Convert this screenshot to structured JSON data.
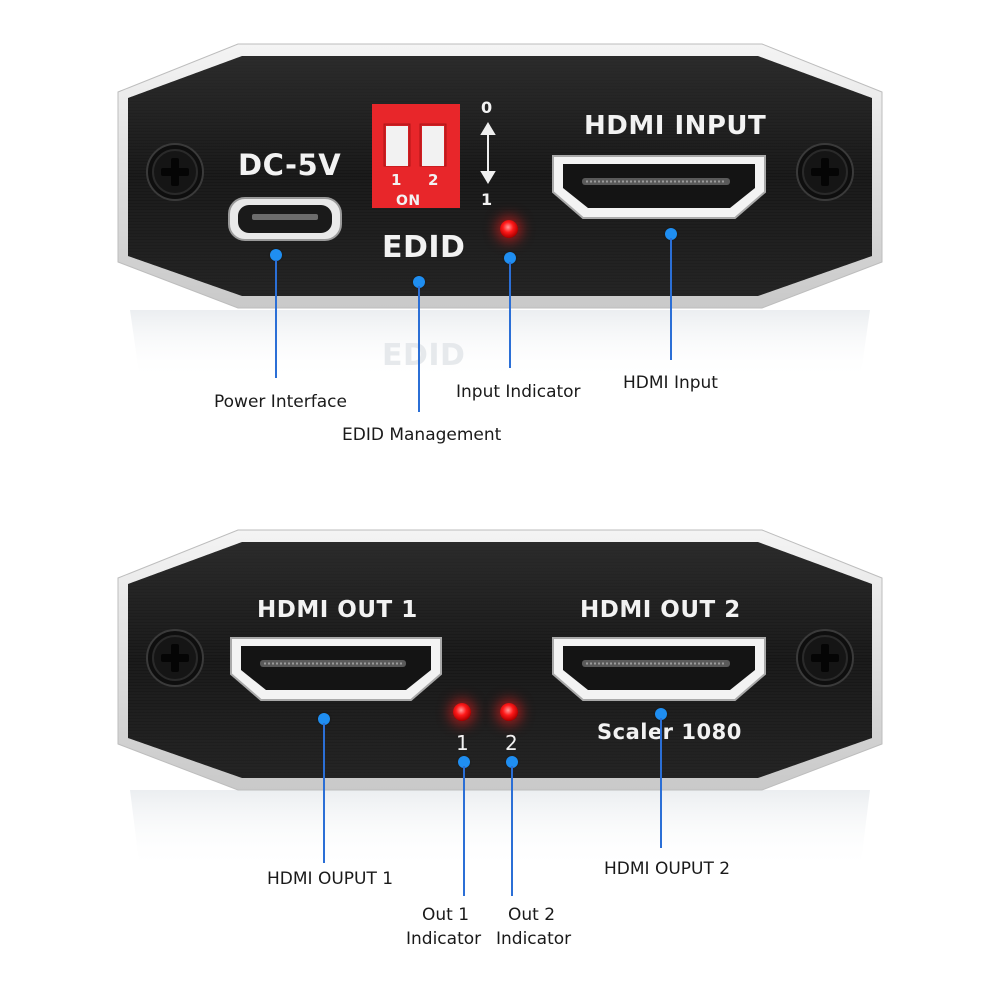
{
  "top_panel": {
    "dc_label": "DC-5V",
    "edid_label": "EDID",
    "hdmi_input_label": "HDMI INPUT",
    "dip_numbers": [
      "1",
      "2"
    ],
    "dip_on": "ON",
    "scale_top": "0",
    "scale_bottom": "1",
    "reflection_text": "EDID",
    "callouts": {
      "power": "Power Interface",
      "edid": "EDID Management",
      "input_indicator": "Input Indicator",
      "hdmi_input": "HDMI Input"
    }
  },
  "bottom_panel": {
    "out1_label": "HDMI OUT 1",
    "out2_label": "HDMI OUT 2",
    "scaler_label": "Scaler 1080",
    "led1_number": "1",
    "led2_number": "2",
    "callouts": {
      "hdmi_output1": "HDMI OUPUT 1",
      "out1_indicator_line1": "Out 1",
      "out1_indicator_line2": "Indicator",
      "out2_indicator_line1": "Out 2",
      "out2_indicator_line2": "Indicator",
      "hdmi_output2": "HDMI OUPUT 2"
    }
  },
  "colors": {
    "callout_blue": "#1f8ef1",
    "led_red": "#ff1a1a",
    "dip_red": "#e8262a",
    "plate_black": "#1c1c1c"
  }
}
